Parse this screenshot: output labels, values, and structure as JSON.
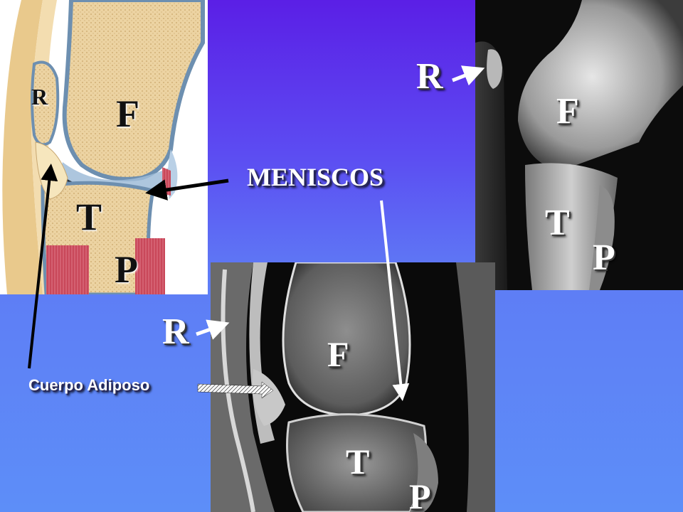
{
  "labels": {
    "meniscos": "MENISCOS",
    "cuerpo_adiposo": "Cuerpo Adiposo",
    "anatomy": {
      "r": "R",
      "f": "F",
      "t": "T",
      "p": "P"
    },
    "xray": {
      "r": "R",
      "f": "F",
      "t": "T",
      "p": "P"
    },
    "mri": {
      "r": "R",
      "f": "F",
      "t": "T",
      "p": "P"
    }
  },
  "colors": {
    "background_top": "#5b1fe6",
    "background_bottom": "#5d8ef8",
    "caption_text": "#ffffff",
    "arrow_white": "#ffffff",
    "arrow_black": "#000000"
  }
}
